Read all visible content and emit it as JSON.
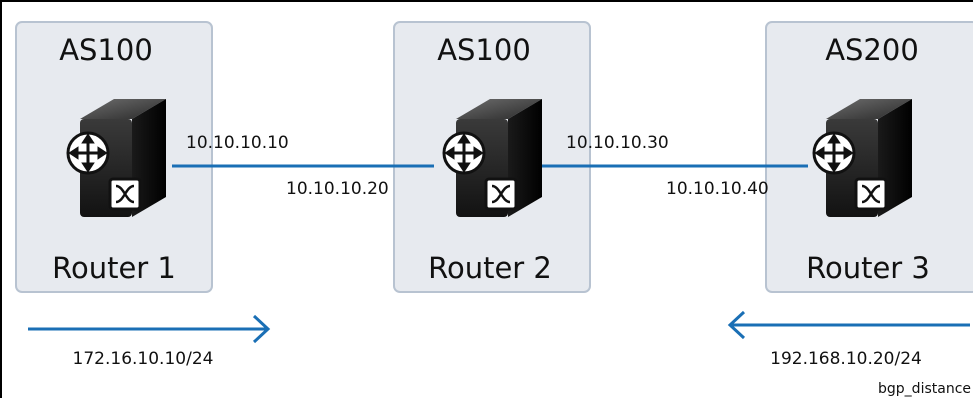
{
  "diagram": {
    "figure_id": "bgp_distance",
    "colors": {
      "link": "#1a6fb5",
      "panel_fill": "#e7eaef",
      "panel_border": "#b8c3d1",
      "router_body": "#1c1c1c"
    },
    "nodes": [
      {
        "as_label": "AS100",
        "router_label": "Router 1",
        "icon": "router-icon"
      },
      {
        "as_label": "AS100",
        "router_label": "Router 2",
        "icon": "router-icon"
      },
      {
        "as_label": "AS200",
        "router_label": "Router 3",
        "icon": "router-icon"
      }
    ],
    "links": [
      {
        "from": "Router 1",
        "to": "Router 2",
        "from_ip": "10.10.10.10",
        "to_ip": "10.10.10.20"
      },
      {
        "from": "Router 2",
        "to": "Router 3",
        "from_ip": "10.10.10.30",
        "to_ip": "10.10.10.40"
      }
    ],
    "advertisements": [
      {
        "prefix": "172.16.10.10/24",
        "direction": "right",
        "icon": "arrow-right-icon"
      },
      {
        "prefix": "192.168.10.20/24",
        "direction": "left",
        "icon": "arrow-left-icon"
      }
    ]
  }
}
